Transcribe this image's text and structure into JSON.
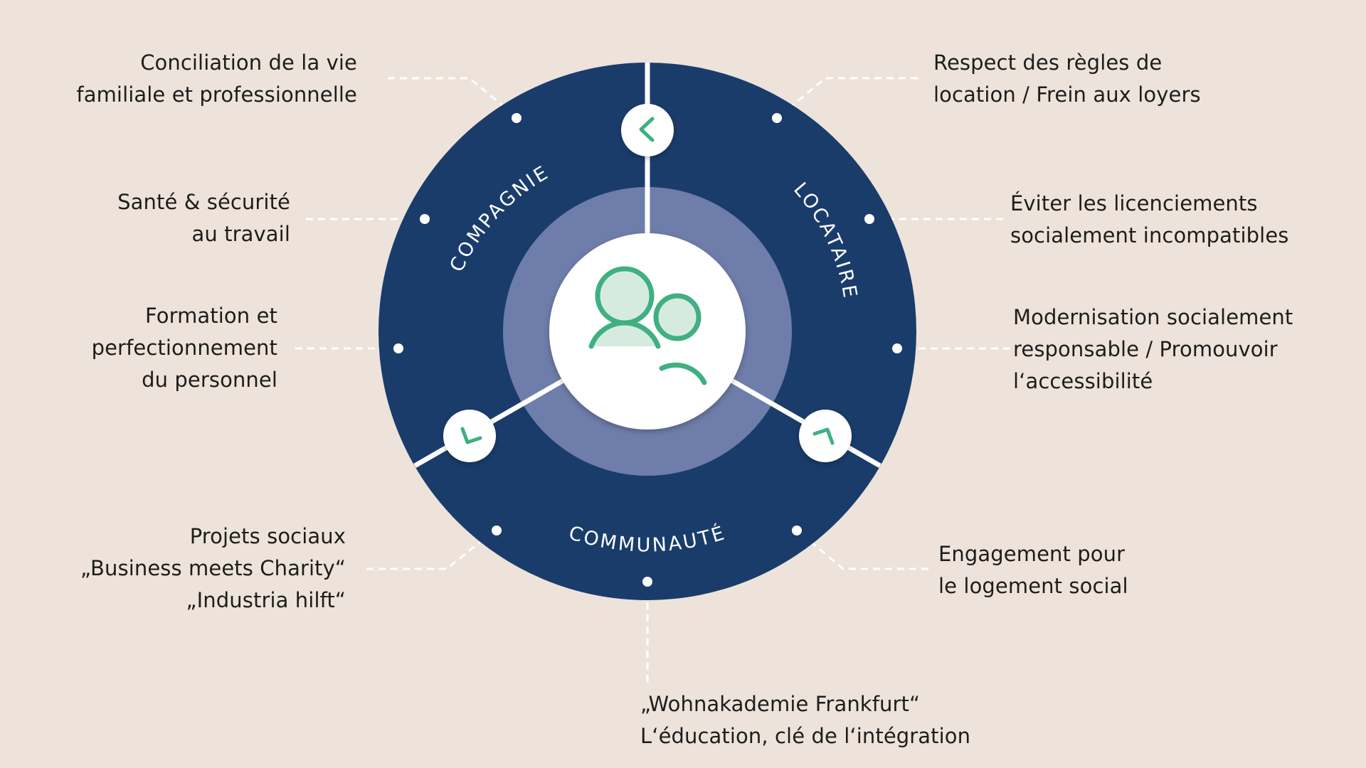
{
  "segments": {
    "company": "COMPAGNIE",
    "tenant": "LOCATAIRE",
    "community": "COMMUNAUTÉ"
  },
  "items": {
    "conciliation": [
      "Conciliation de la vie",
      "familiale et professionnelle"
    ],
    "health": [
      "Santé & sécurité",
      "au travail"
    ],
    "training": [
      "Formation et",
      "perfectionnement",
      "du personnel"
    ],
    "social_projects": [
      "Projets sociaux",
      "„Business meets Charity“",
      "„Industria hilft“"
    ],
    "rent_rules": [
      "Respect des règles de",
      "location  / Frein aux loyers"
    ],
    "dismissals": [
      "Éviter les licenciements",
      "socialement incompatibles"
    ],
    "modernisation": [
      "Modernisation socialement",
      "responsable / Promouvoir",
      "l‘accessibilité"
    ],
    "social_housing": [
      "Engagement pour",
      "le logement social"
    ],
    "education": [
      "„Wohnakademie Frankfurt“",
      "L‘éducation, clé de l‘intégration"
    ]
  },
  "colors": {
    "background": "#ede3da",
    "ring": "#1a3c6b",
    "accent": "#3fb081",
    "connector": "#ffffff"
  },
  "icons": {
    "center": "people-icon",
    "top_marker": "chevron-left-icon",
    "left_marker": "chevron-down-icon",
    "right_marker": "chevron-up-icon"
  }
}
